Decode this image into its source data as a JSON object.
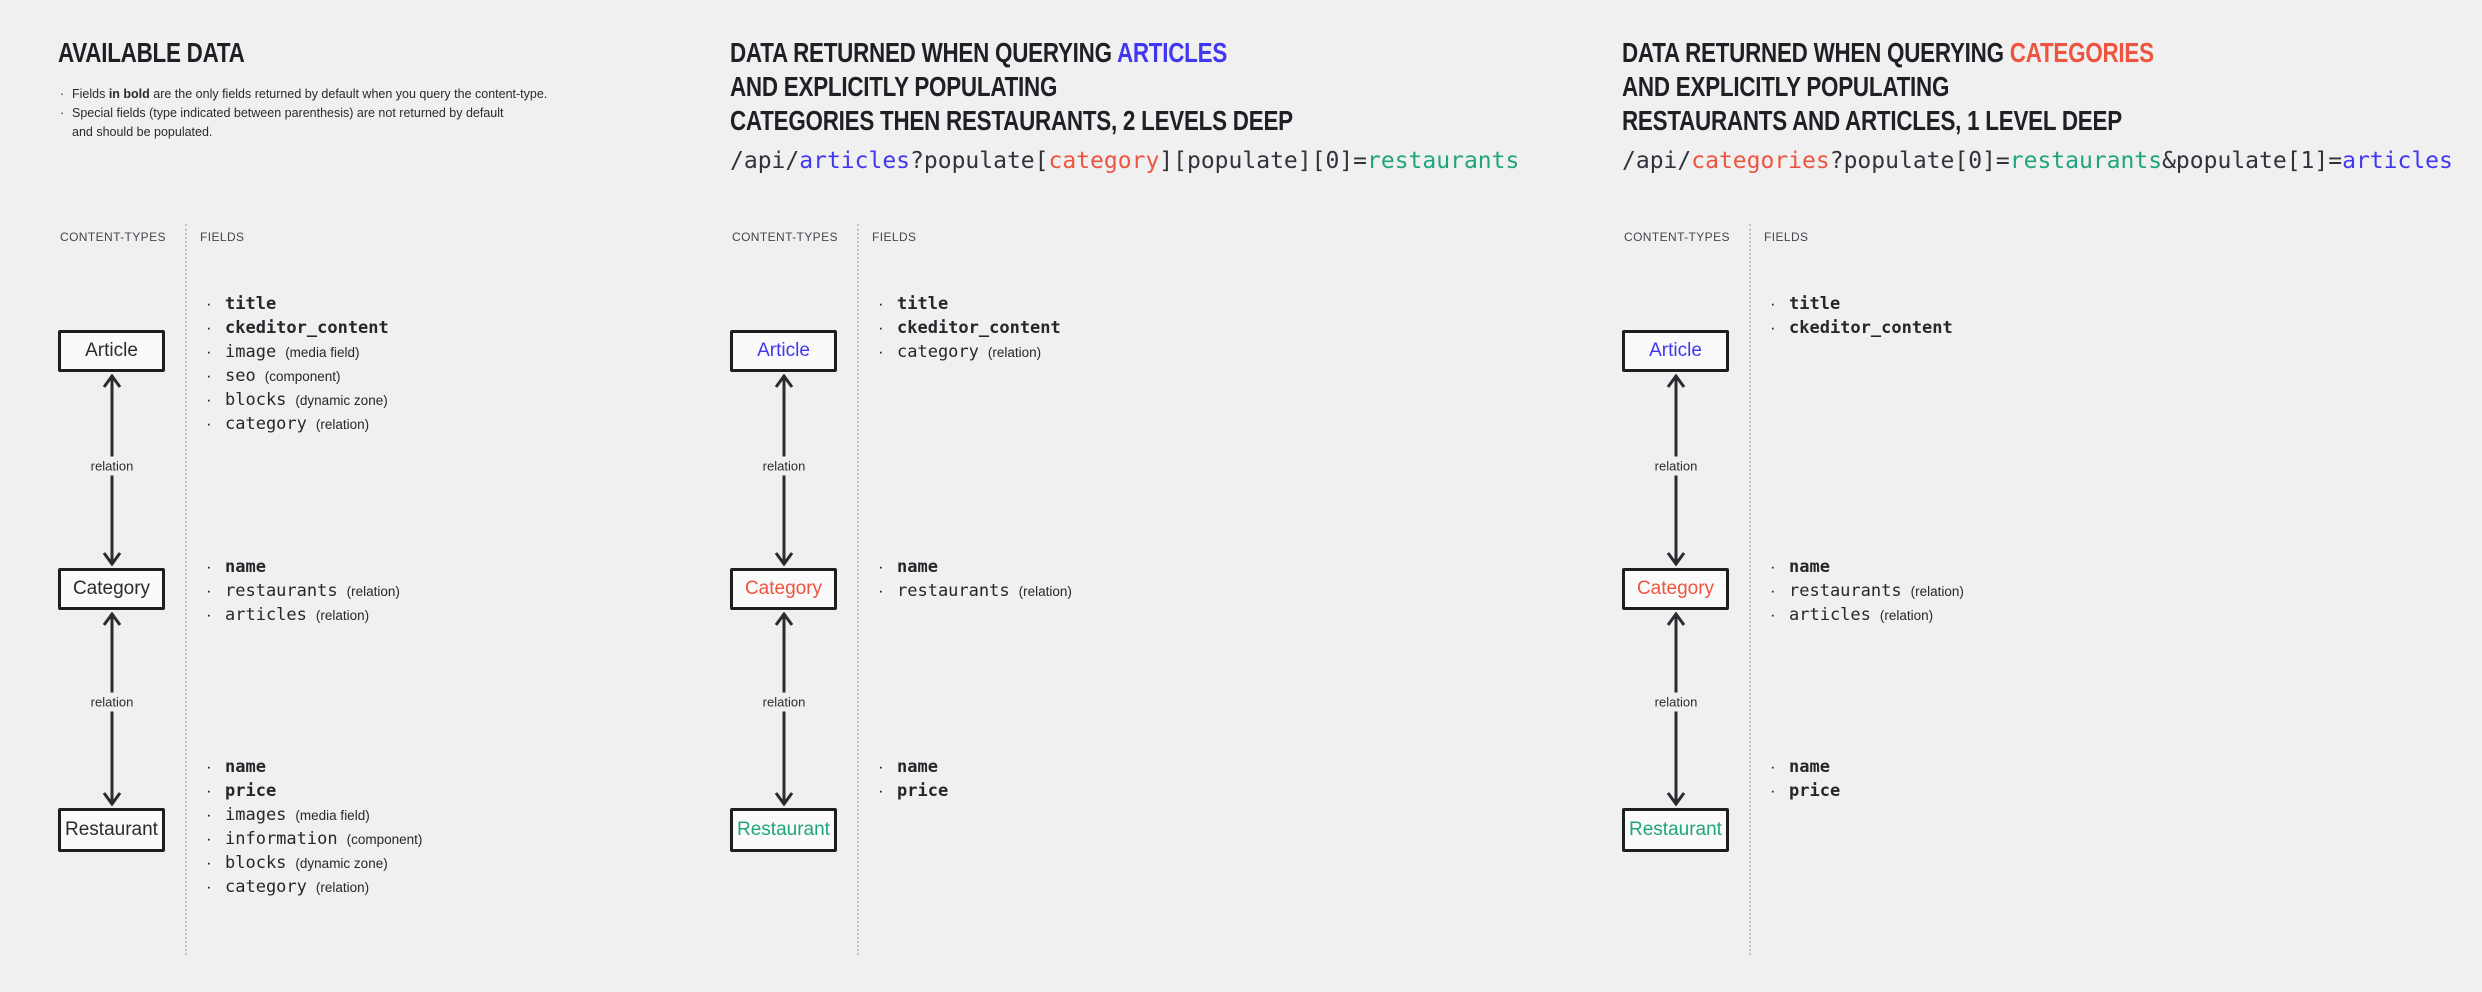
{
  "colors": {
    "bg": "#f0f0f0",
    "dark": "#1f1f26",
    "codedark": "#32323d",
    "muted": "#45454d",
    "blue": "#4137f0",
    "red": "#ee5540",
    "teal": "#1fa57d"
  },
  "columns": {
    "left": "CONTENT-TYPES",
    "right": "FIELDS"
  },
  "relation_label": "relation",
  "panels": [
    {
      "title_lines": [
        [
          {
            "text": "AVAILABLE DATA"
          }
        ]
      ],
      "notes": [
        {
          "pre": "Fields ",
          "bold": "in bold",
          "post": " are the only fields returned by default when you query the content-type."
        },
        {
          "text": "Special fields (type indicated between parenthesis) are not returned by default\nand should be populated."
        }
      ],
      "nodes": [
        {
          "label": "Article",
          "fields": [
            {
              "name": "title",
              "bold": true
            },
            {
              "name": "ckeditor_content",
              "bold": true
            },
            {
              "name": "image",
              "type": "(media field)"
            },
            {
              "name": "seo",
              "type": "(component)"
            },
            {
              "name": "blocks",
              "type": "(dynamic zone)"
            },
            {
              "name": "category",
              "type": "(relation)"
            }
          ]
        },
        {
          "label": "Category",
          "fields": [
            {
              "name": "name",
              "bold": true
            },
            {
              "name": "restaurants",
              "type": "(relation)"
            },
            {
              "name": "articles",
              "type": "(relation)"
            }
          ]
        },
        {
          "label": "Restaurant",
          "fields": [
            {
              "name": "name",
              "bold": true
            },
            {
              "name": "price",
              "bold": true
            },
            {
              "name": "images",
              "type": "(media field)"
            },
            {
              "name": "information",
              "type": "(component)"
            },
            {
              "name": "blocks",
              "type": "(dynamic zone)"
            },
            {
              "name": "category",
              "type": "(relation)"
            }
          ]
        }
      ]
    },
    {
      "title_lines": [
        [
          {
            "text": "DATA RETURNED WHEN QUERYING "
          },
          {
            "text": "ARTICLES",
            "color": "blue"
          }
        ],
        [
          {
            "text": "AND EXPLICITLY POPULATING"
          }
        ],
        [
          {
            "text": "CATEGORIES THEN RESTAURANTS, 2 LEVELS DEEP"
          }
        ]
      ],
      "url_segments": [
        {
          "text": "/api/",
          "color": "dark"
        },
        {
          "text": "articles",
          "color": "blue"
        },
        {
          "text": "?populate[",
          "color": "dark"
        },
        {
          "text": "category",
          "color": "red"
        },
        {
          "text": "][populate][0]=",
          "color": "dark"
        },
        {
          "text": "restaurants",
          "color": "teal"
        }
      ],
      "nodes": [
        {
          "label": "Article",
          "label_color": "blue",
          "fields": [
            {
              "name": "title",
              "bold": true
            },
            {
              "name": "ckeditor_content",
              "bold": true
            },
            {
              "name": "category",
              "type": "(relation)",
              "color": "red"
            }
          ]
        },
        {
          "label": "Category",
          "label_color": "red",
          "fields": [
            {
              "name": "name",
              "bold": true
            },
            {
              "name": "restaurants",
              "type": "(relation)",
              "color": "teal"
            }
          ]
        },
        {
          "label": "Restaurant",
          "label_color": "teal",
          "fields": [
            {
              "name": "name",
              "bold": true
            },
            {
              "name": "price",
              "bold": true
            }
          ]
        }
      ]
    },
    {
      "title_lines": [
        [
          {
            "text": "DATA RETURNED WHEN QUERYING "
          },
          {
            "text": "CATEGORIES",
            "color": "red"
          }
        ],
        [
          {
            "text": "AND EXPLICITLY POPULATING"
          }
        ],
        [
          {
            "text": "RESTAURANTS AND ARTICLES, 1 LEVEL DEEP"
          }
        ]
      ],
      "url_segments": [
        {
          "text": "/api/",
          "color": "dark"
        },
        {
          "text": "categories",
          "color": "red"
        },
        {
          "text": "?populate[0]=",
          "color": "dark"
        },
        {
          "text": "restaurants",
          "color": "teal"
        },
        {
          "text": "&populate[1]=",
          "color": "dark"
        },
        {
          "text": "articles",
          "color": "blue"
        }
      ],
      "nodes": [
        {
          "label": "Article",
          "label_color": "blue",
          "fields": [
            {
              "name": "title",
              "bold": true
            },
            {
              "name": "ckeditor_content",
              "bold": true
            }
          ]
        },
        {
          "label": "Category",
          "label_color": "red",
          "fields": [
            {
              "name": "name",
              "bold": true
            },
            {
              "name": "restaurants",
              "type": "(relation)",
              "color": "teal"
            },
            {
              "name": "articles",
              "type": "(relation)",
              "color": "blue"
            }
          ]
        },
        {
          "label": "Restaurant",
          "label_color": "teal",
          "fields": [
            {
              "name": "name",
              "bold": true
            },
            {
              "name": "price",
              "bold": true
            }
          ]
        }
      ]
    }
  ]
}
